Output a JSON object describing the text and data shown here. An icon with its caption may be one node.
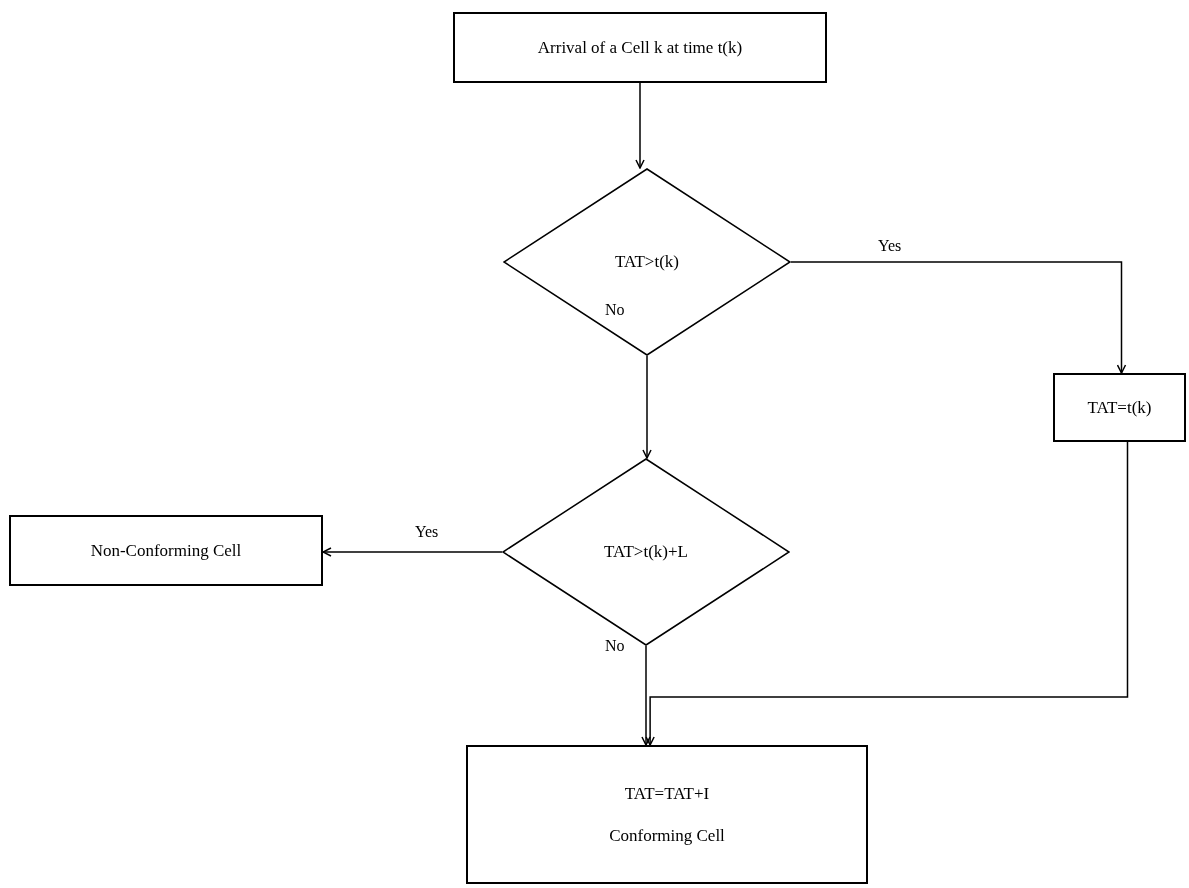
{
  "diagram": {
    "nodes": [
      {
        "text": [
          "Arrival of a Cell k at time t(k)"
        ]
      },
      {
        "text": [
          "TAT>t(k)"
        ]
      },
      {
        "text": [
          "TAT=t(k)"
        ]
      },
      {
        "text": [
          "TAT>t(k)+L"
        ]
      },
      {
        "text": [
          "Non-Conforming Cell"
        ]
      },
      {
        "text": [
          "TAT=TAT+I",
          "Conforming Cell"
        ]
      }
    ],
    "edges": [
      {
        "from": 0,
        "to": 1,
        "arrow": "to"
      },
      {
        "from": 1,
        "to": 2,
        "arrow": "to",
        "label": "Yes"
      },
      {
        "from": 1,
        "to": 3,
        "arrow": "to",
        "label": "No"
      },
      {
        "from": 3,
        "to": 4,
        "arrow": "to",
        "label": "Yes"
      },
      {
        "from": 3,
        "to": 5,
        "arrow": "to",
        "label": "No"
      },
      {
        "from": 2,
        "to": 5,
        "arrow": "to"
      }
    ]
  }
}
